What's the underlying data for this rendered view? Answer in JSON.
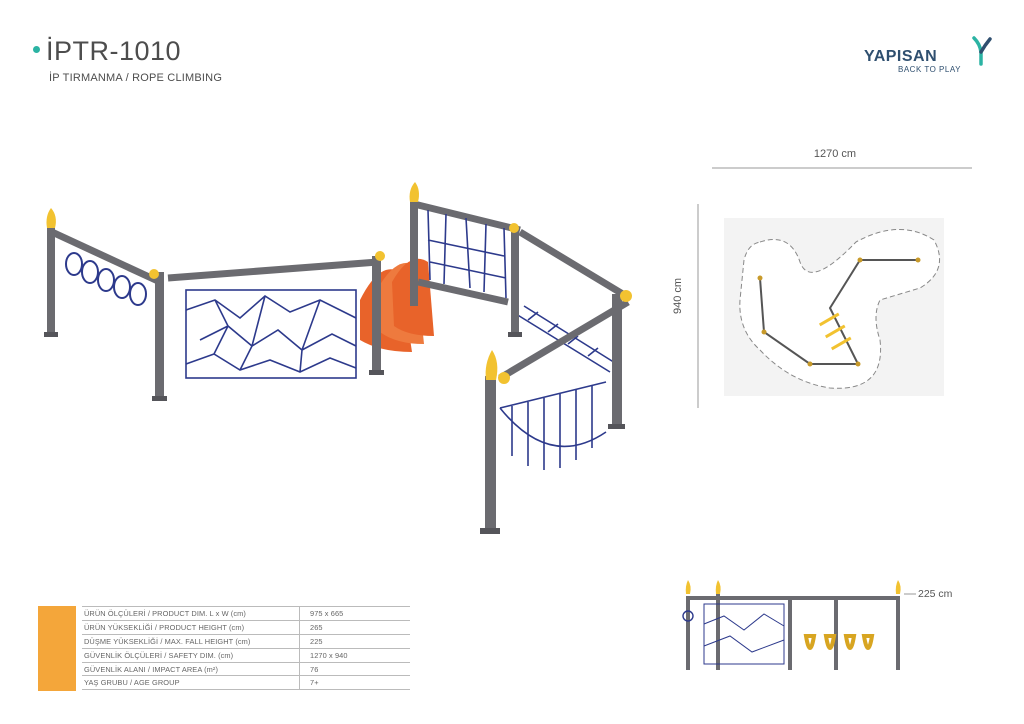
{
  "header": {
    "product_code": "İPTR-1010",
    "product_subtitle": "İP TIRMANMA / ROPE CLIMBING"
  },
  "brand": {
    "name": "YAPISAN",
    "tagline": "BACK TO PLAY",
    "logo_icon": "y-leaf-icon"
  },
  "dimensions": {
    "safety_width": "1270 cm",
    "safety_depth": "940 cm",
    "height": "225 cm"
  },
  "specs": [
    {
      "label": "ÜRÜN ÖLÇÜLERİ / PRODUCT DIM. L x W (cm)",
      "value": "975 x 665"
    },
    {
      "label": "ÜRÜN YÜKSEKLİĞİ / PRODUCT HEIGHT (cm)",
      "value": "265"
    },
    {
      "label": "DÜŞME YÜKSEKLİĞİ / MAX. FALL HEIGHT (cm)",
      "value": "225"
    },
    {
      "label": "GÜVENLİK ÖLÇÜLERİ / SAFETY DIM. (cm)",
      "value": "1270 x 940"
    },
    {
      "label": "GÜVENLİK ALANI / IMPACT AREA (m²)",
      "value": "76"
    },
    {
      "label": "YAŞ GRUBU / AGE GROUP",
      "value": "7+"
    }
  ],
  "colors": {
    "accent_teal": "#2bb3a3",
    "accent_orange": "#f4a63a",
    "brand_blue": "#2f4f6f",
    "post_gray": "#6b6b70",
    "post_cap_yellow": "#f2c230",
    "net_blue": "#2d3a8c",
    "panel_orange": "#e8632a"
  }
}
